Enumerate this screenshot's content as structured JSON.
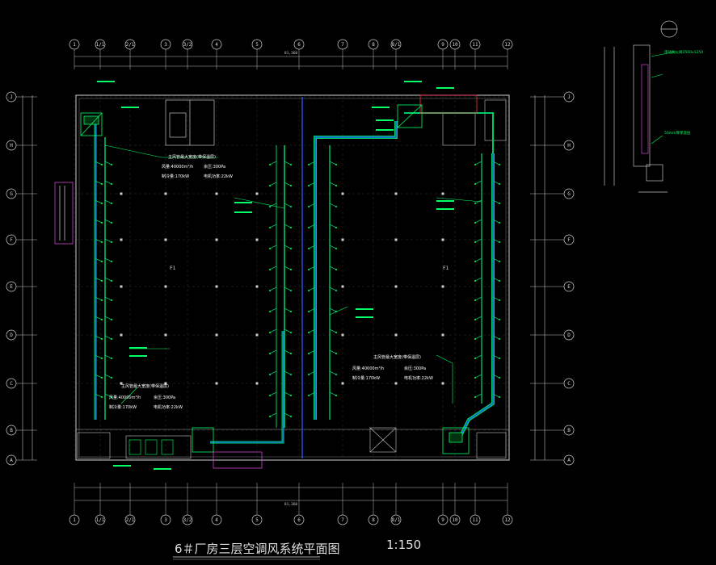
{
  "title": "6＃厂房三层空调风系统平面图",
  "scale": "1:150",
  "grid_columns": [
    "1",
    "1/1",
    "2/1",
    "3",
    "3/2",
    "4",
    "5",
    "6",
    "7",
    "8",
    "8/1",
    "9",
    "10",
    "11",
    "12"
  ],
  "grid_columns_bottom": [
    "1",
    "1/1",
    "2/1",
    "3",
    "3/2",
    "4",
    "5",
    "6",
    "7",
    "8",
    "8/1",
    "9",
    "10",
    "11",
    "12"
  ],
  "grid_rows": [
    "J",
    "H",
    "G",
    "F",
    "E",
    "D",
    "C",
    "B",
    "A"
  ],
  "total_dimension_top": "81,360",
  "total_dimension_bottom": "81,360",
  "room_label_left": "F1",
  "room_label_right": "F1",
  "unit_notes": {
    "ahu_top_left": {
      "line1": "主风管最大宽度(带保温层)",
      "line2": "风量:40000m³/h",
      "line3": "余压:300Pa",
      "line4": "制冷量:170kW",
      "line5": "电机功率:22kW"
    },
    "ahu_bottom_left": {
      "line1": "主风管最大宽度(带保温层)",
      "line2": "风量:40000m³/h",
      "line3": "余压:300Pa",
      "line4": "制冷量:170kW",
      "line5": "电机功率:22kW"
    },
    "ahu_bottom_right": {
      "line1": "主风管最大宽度(带保温层)",
      "line2": "风量:40000m³/h",
      "line3": "余压:300Pa",
      "line4": "制冷量:170kW",
      "line5": "电机功率:22kW"
    }
  },
  "detail": {
    "label1": "电动防火阀2500x1250",
    "label2": "50mm厚保温层"
  }
}
